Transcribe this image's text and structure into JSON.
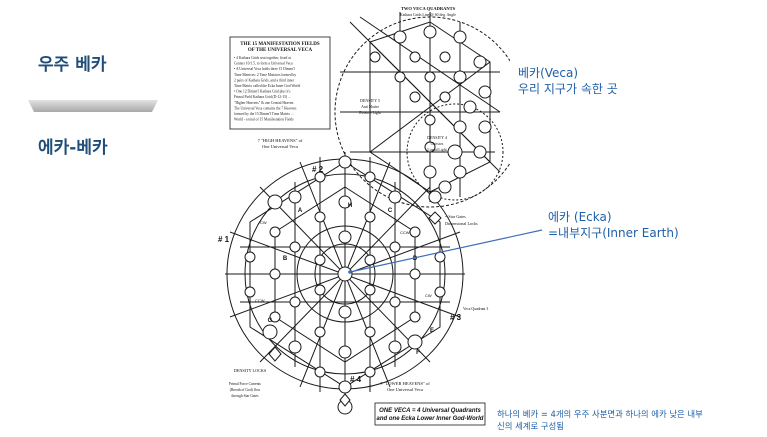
{
  "slide": {
    "title_top": "우주 베카",
    "title_bottom": "에카-베카"
  },
  "notes": {
    "veca_line1": "베카(Veca)",
    "veca_line2": "우리 지구가 속한 곳",
    "ecka_line1": "에카 (Ecka)",
    "ecka_line2": "=내부지구(Inner Earth)",
    "summary_line1": "하나의 베카 = 4개의 우주 사분면과 하나의 에카 낮은 내부",
    "summary_line2": "신의 세계로 구성됨"
  },
  "diagram": {
    "manifestation_box": {
      "title1": "THE 15 MANIFESTATION FIELDS",
      "title2": "OF THE UNIVERSAL VECA",
      "body": [
        "• 4 Kathara Grids seat together, fixed at",
        "Centers 10/1.5, to form a Universal Veca",
        "• A Universal Veca holds three 15 Dimen'l",
        "Time Matrices: 2 Time Matrices formed by",
        "2 pairs of Kathara Grids, and a third inner",
        "Time Matrix called the Ecka Inner God World",
        "• One 12 Dimen'l Kathara Grid plus it's",
        "Primal Field Kathara Grid (D-12-15) ...",
        "\"Higher Heavens\" & one Central Heaven.",
        "The Universal Veca contains the 7 Heavens",
        "formed by the 15 Dimen'l Time Matrix ...",
        "World - a total of 15 Manifestation Fields"
      ]
    },
    "quadrants_label1": "TWO VECA QUADRANTS",
    "quadrants_label2": "Kathara Grids Line @ 60 deg. Angle",
    "higher_heavens1": "7 \"HIGH HEAVENS\" of",
    "higher_heavens2": "One Universal Veca",
    "lower_heavens1": "7 \"LOWER HEAVENS\" of",
    "lower_heavens2": "One Universal Veca",
    "density5_1": "DENSITY 5",
    "density5_2": "Anti Matter",
    "density5_3": "Essence Light",
    "density4_1": "DENSITY 4",
    "density4_2": "Christos",
    "density4_3": "Liquid Light",
    "star_gates": "= Star Gates",
    "dim_locks": "Dimensional Locks",
    "density_locks": "DENSITY LOCKS",
    "primal_force1": "Primal Force Currents",
    "primal_force2": "(Breath of God) flow",
    "primal_force3": "through Star Gates",
    "veca_quadrant": "Veca Quadrant 3",
    "bottom_box1": "ONE VECA = 4 Universal Quadrants",
    "bottom_box2": "and one Ecka Lower Inner God-World",
    "quad_nums": [
      "# 1",
      "# 2",
      "# 3",
      "# 4"
    ],
    "node_letters": [
      "A",
      "B",
      "C",
      "D",
      "E",
      "F",
      "G",
      "H"
    ],
    "rotations": [
      "CW",
      "CCW",
      "CW",
      "CCW"
    ]
  }
}
